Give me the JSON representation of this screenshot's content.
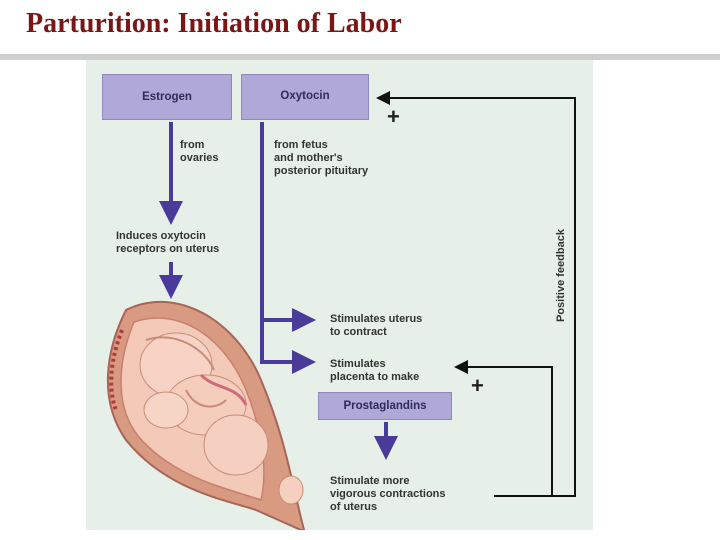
{
  "slide": {
    "title": "Parturition: Initiation of Labor"
  },
  "diagram": {
    "boxes": {
      "estrogen": "Estrogen",
      "oxytocin": "Oxytocin",
      "prostaglandins": "Prostaglandins"
    },
    "labels": {
      "from_ovaries": "from\novaries",
      "from_fetus": "from fetus\nand mother's\nposterior pituitary",
      "induces_receptors": "Induces oxytocin\nreceptors on uterus",
      "stimulates_contract": "Stimulates uterus\nto contract",
      "stimulates_placenta": "Stimulates\nplacenta to make",
      "stimulate_more": "Stimulate more\nvigorous contractions\nof uterus"
    },
    "feedback_label": "Positive feedback",
    "plus_sign": "+",
    "colors": {
      "arrow": "#4a3a9a",
      "box_fill": "#b0a8d8",
      "feedback_line": "#111111",
      "title": "#7a1616"
    }
  }
}
